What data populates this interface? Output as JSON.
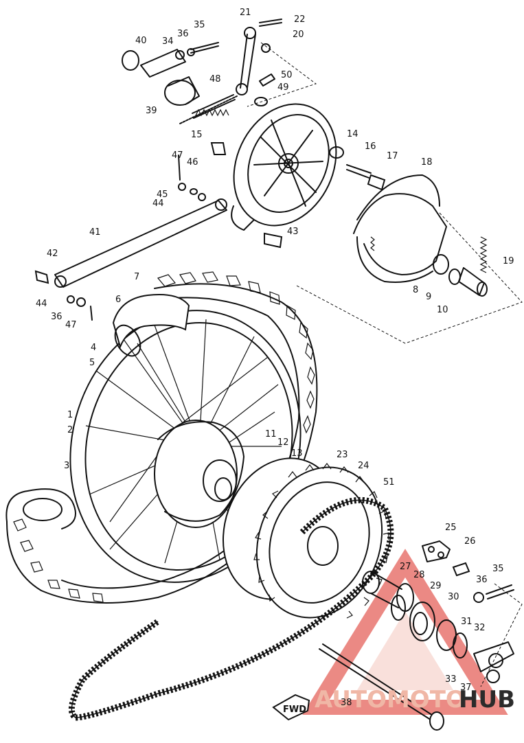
{
  "callouts": [
    "1",
    "2",
    "3",
    "4",
    "5",
    "6",
    "7",
    "8",
    "9",
    "10",
    "11",
    "12",
    "13",
    "14",
    "15",
    "16",
    "17",
    "18",
    "19",
    "20",
    "21",
    "22",
    "23",
    "24",
    "25",
    "26",
    "27",
    "28",
    "29",
    "30",
    "31",
    "32",
    "33",
    "34",
    "35",
    "36",
    "37",
    "38",
    "39",
    "40",
    "41",
    "42",
    "43",
    "44",
    "45",
    "46",
    "47",
    "48",
    "49",
    "50",
    "51"
  ],
  "fwd_label": "FWD",
  "watermark": {
    "left": "AUTOMOTO",
    "right": "HUB",
    "colors": {
      "triangle": "#e8756f",
      "left": "#f0b7a6",
      "right": "#2b2b2b"
    }
  }
}
